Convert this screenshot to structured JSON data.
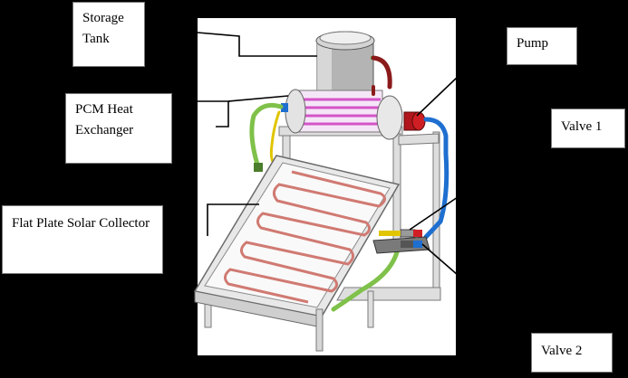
{
  "labels": {
    "storage_tank": "Storage Tank",
    "pump": "Pump",
    "pcm_heat_exchanger": "PCM Heat Exchanger",
    "valve_1": "Valve 1",
    "flat_plate_collector": "Flat Plate Solar Collector",
    "valve_2": "Valve 2"
  },
  "colors": {
    "background": "#000000",
    "hot_pipe": "#8b1a1a",
    "cold_pipe": "#1e6fd0",
    "return_pipe": "#7fc14a",
    "pcm_tubes": "#d454c8",
    "collector_coil": "#d07a72",
    "frame": "#d9d9d9"
  }
}
